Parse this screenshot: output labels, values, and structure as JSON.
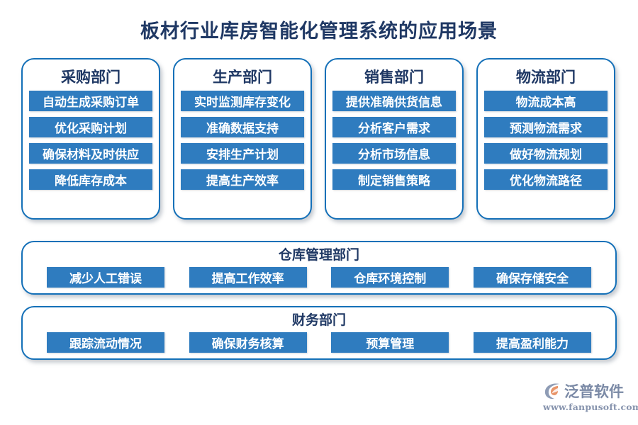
{
  "page": {
    "title": "板材行业库房智能化管理系统的应用场景",
    "background_color": "#ffffff",
    "title_color": "#1f3864",
    "accent_color": "#2f7cbf",
    "border_color": "#1470b8"
  },
  "columns": [
    {
      "header": "采购部门",
      "items": [
        "自动生成采购订单",
        "优化采购计划",
        "确保材料及时供应",
        "降低库存成本"
      ]
    },
    {
      "header": "生产部门",
      "items": [
        "实时监测库存变化",
        "准确数据支持",
        "安排生产计划",
        "提高生产效率"
      ]
    },
    {
      "header": "销售部门",
      "items": [
        "提供准确供货信息",
        "分析客户需求",
        "分析市场信息",
        "制定销售策略"
      ]
    },
    {
      "header": "物流部门",
      "items": [
        "物流成本高",
        "预测物流需求",
        "做好物流规划",
        "优化物流路径"
      ]
    }
  ],
  "rows": [
    {
      "header": "仓库管理部门",
      "items": [
        "减少人工错误",
        "提高工作效率",
        "仓库环境控制",
        "确保存储安全"
      ]
    },
    {
      "header": "财务部门",
      "items": [
        "跟踪流动情况",
        "确保财务核算",
        "预算管理",
        "提高盈利能力"
      ]
    }
  ],
  "brand": {
    "name": "泛普软件",
    "url": "www.fanpusoft.com",
    "mark_icon": "fanpu-c-arc-logo-icon",
    "text_color": "#7b8aa6",
    "mark_blue": "#8e9cb5",
    "mark_orange": "#e8956a"
  }
}
